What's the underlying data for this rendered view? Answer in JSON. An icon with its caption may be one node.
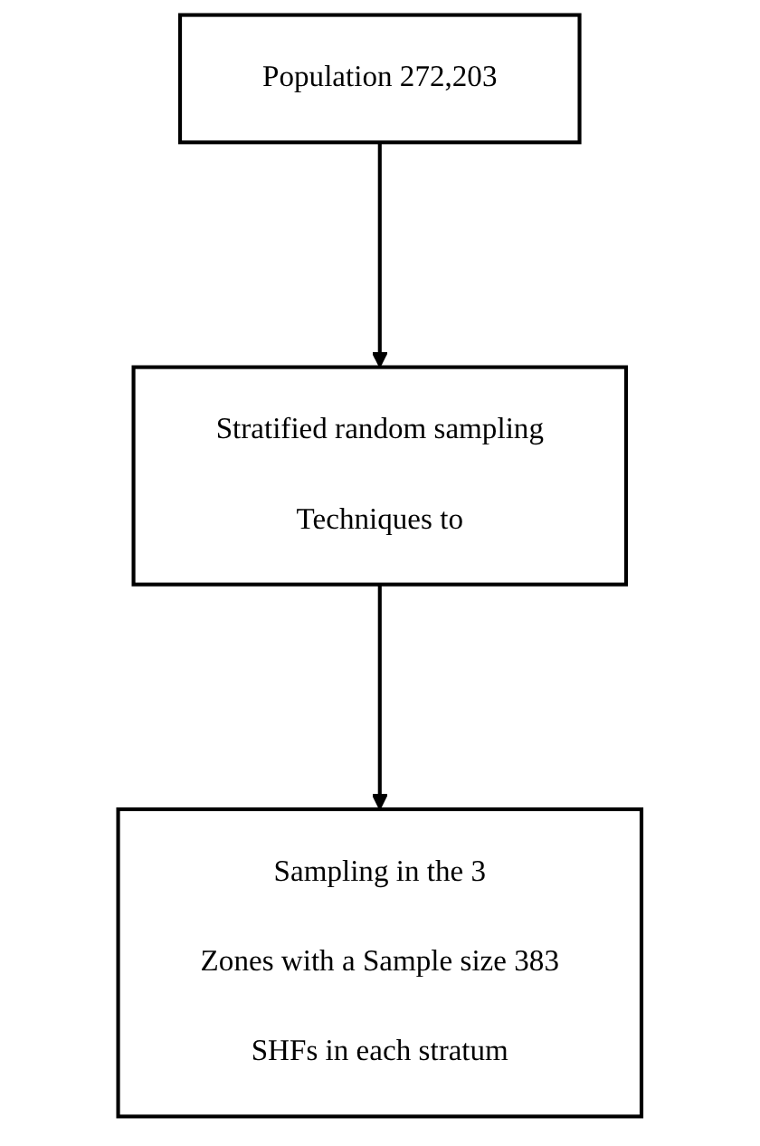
{
  "diagram": {
    "nodes": [
      {
        "text": [
          "Population 272,203"
        ]
      },
      {
        "text": [
          "Stratified random sampling",
          "Techniques to"
        ]
      },
      {
        "text": [
          "Sampling in the 3",
          "Zones with a Sample size 383",
          "SHFs in each stratum"
        ]
      }
    ],
    "edges": [
      {
        "from": 0,
        "to": 1,
        "arrow": "to"
      },
      {
        "from": 1,
        "to": 2,
        "arrow": "to"
      }
    ]
  }
}
